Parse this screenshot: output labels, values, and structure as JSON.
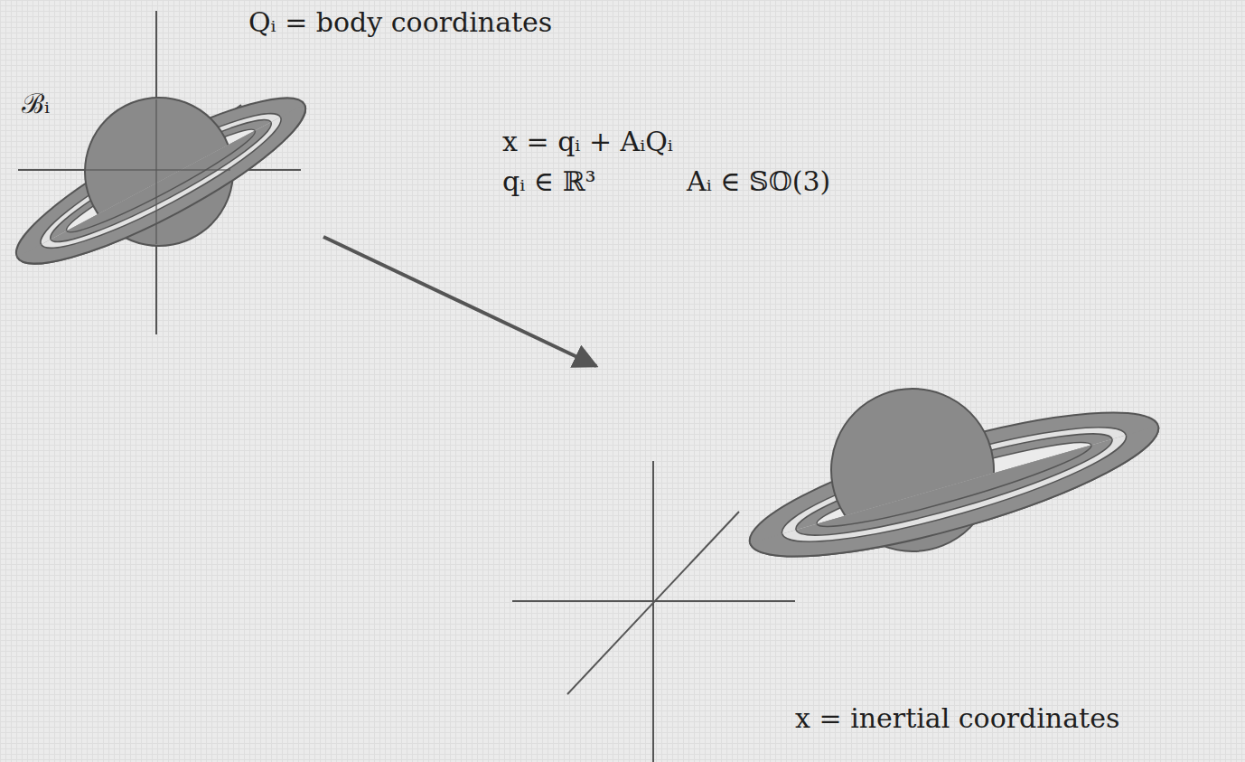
{
  "diagram": {
    "labels": [
      "Qᵢ = body coordinates",
      "ℬᵢ",
      "x = qᵢ + AᵢQᵢ",
      "qᵢ ∈ ℝ³",
      "Aᵢ ∈ 𝕊𝕆(3)",
      "x = inertial coordinates"
    ]
  }
}
